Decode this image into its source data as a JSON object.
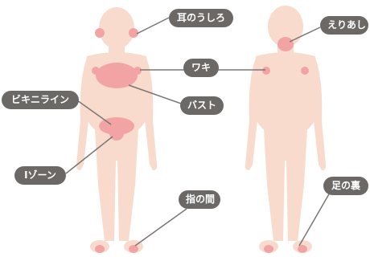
{
  "colors": {
    "skin": "#f8dbcc",
    "zone": "#f2a4a4",
    "leader": "#7a7674",
    "label_bg": "#6b6866",
    "label_text": "#ffffff"
  },
  "labels": {
    "ear_back": "耳のうしろ",
    "nape": "えりあし",
    "armpit": "ワキ",
    "bust": "バスト",
    "bikini_line": "ビキニライン",
    "i_zone": "Iゾーン",
    "between_toes": "指の間",
    "sole": "足の裏"
  }
}
